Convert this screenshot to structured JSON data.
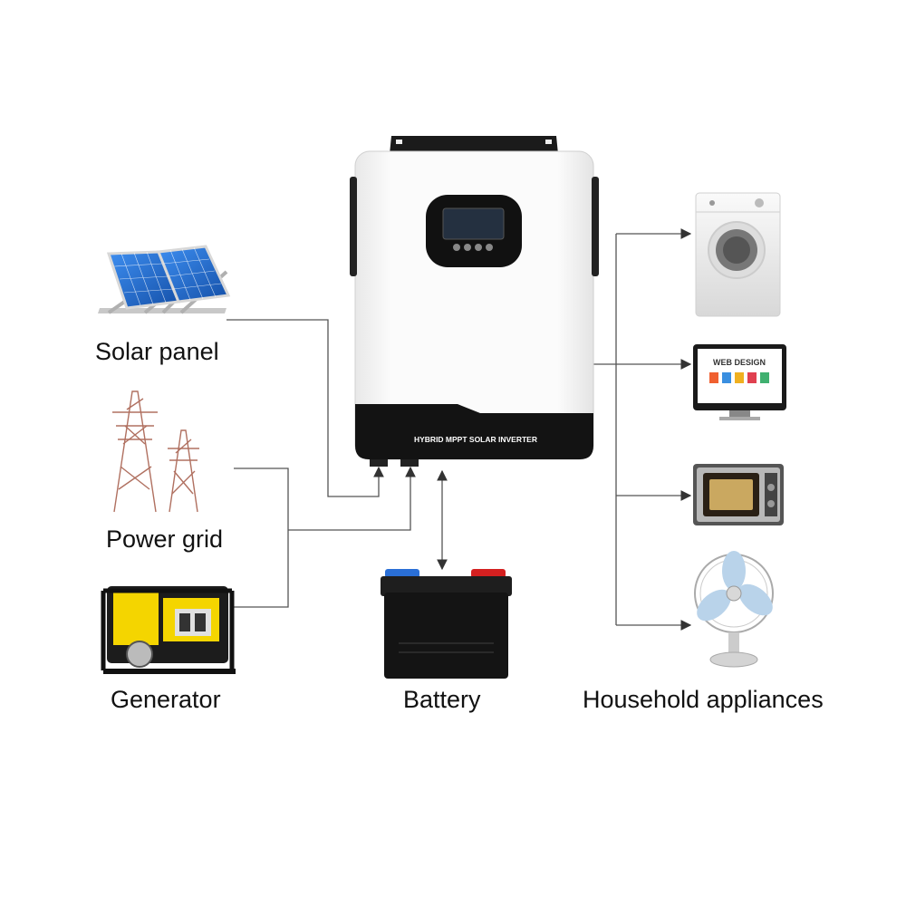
{
  "labels": {
    "solar": "Solar panel",
    "grid": "Power grid",
    "generator": "Generator",
    "battery": "Battery",
    "household": "Household appliances"
  },
  "inverter": {
    "front_text": "HYBRID MPPT SOLAR INVERTER"
  },
  "monitor": {
    "screen_title": "WEB DESIGN"
  },
  "colors": {
    "line": "#555555",
    "inverter_body": "#f7f7f7",
    "inverter_dark": "#111111",
    "solar_cell": "#1e63c4",
    "generator_yellow": "#f4d500",
    "battery_red": "#d42020",
    "battery_blue": "#2a6fd6"
  },
  "icons": [
    "solar-panel-icon",
    "power-tower-icon",
    "generator-icon",
    "battery-icon",
    "washing-machine-icon",
    "monitor-icon",
    "microwave-icon",
    "fan-icon"
  ]
}
